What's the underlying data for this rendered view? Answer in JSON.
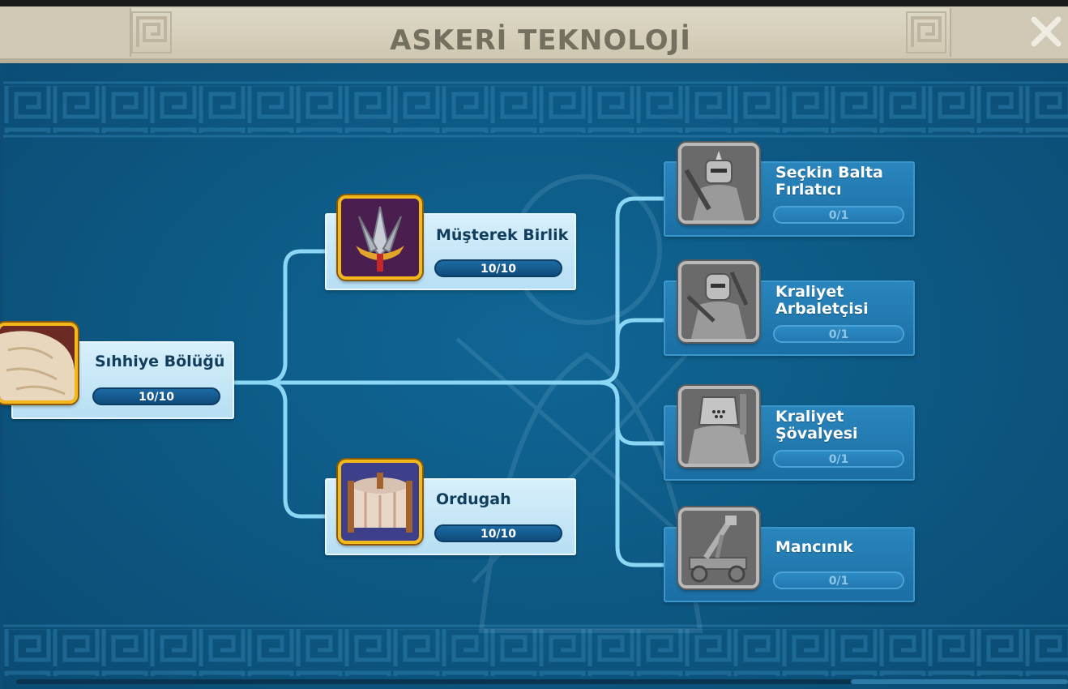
{
  "header": {
    "title": "ASKERİ TEKNOLOJİ",
    "close_icon": "close-x-icon"
  },
  "colors": {
    "panel_bg": "#0d5a86",
    "connector": "#7fd0f0",
    "completed_card": "#c4e6f6",
    "locked_card": "#1f78ad",
    "gold_frame": "#f2b81c",
    "grey_frame": "#b9b9b9"
  },
  "tech_tree": {
    "root": {
      "name": "Sıhhiye Bölüğü",
      "progress": "10/10",
      "icon": "bandage-cloth-icon",
      "completed": true
    },
    "tier2": [
      {
        "name": "Müşterek Birlik",
        "progress": "10/10",
        "icon": "crossed-spears-icon",
        "completed": true
      },
      {
        "name": "Ordugah",
        "progress": "10/10",
        "icon": "camp-tent-icon",
        "completed": true
      }
    ],
    "tier3": [
      {
        "name_line1": "Seçkin Balta",
        "name_line2": "Fırlatıcı",
        "progress": "0/1",
        "icon": "axe-thrower-unit-icon",
        "completed": false
      },
      {
        "name_line1": "Kraliyet",
        "name_line2": "Arbaletçisi",
        "progress": "0/1",
        "icon": "crossbowman-unit-icon",
        "completed": false
      },
      {
        "name_line1": "Kraliyet",
        "name_line2": "Şövalyesi",
        "progress": "0/1",
        "icon": "knight-unit-icon",
        "completed": false
      },
      {
        "name_line1": "Mancınık",
        "name_line2": "",
        "progress": "0/1",
        "icon": "catapult-unit-icon",
        "completed": false
      }
    ]
  }
}
